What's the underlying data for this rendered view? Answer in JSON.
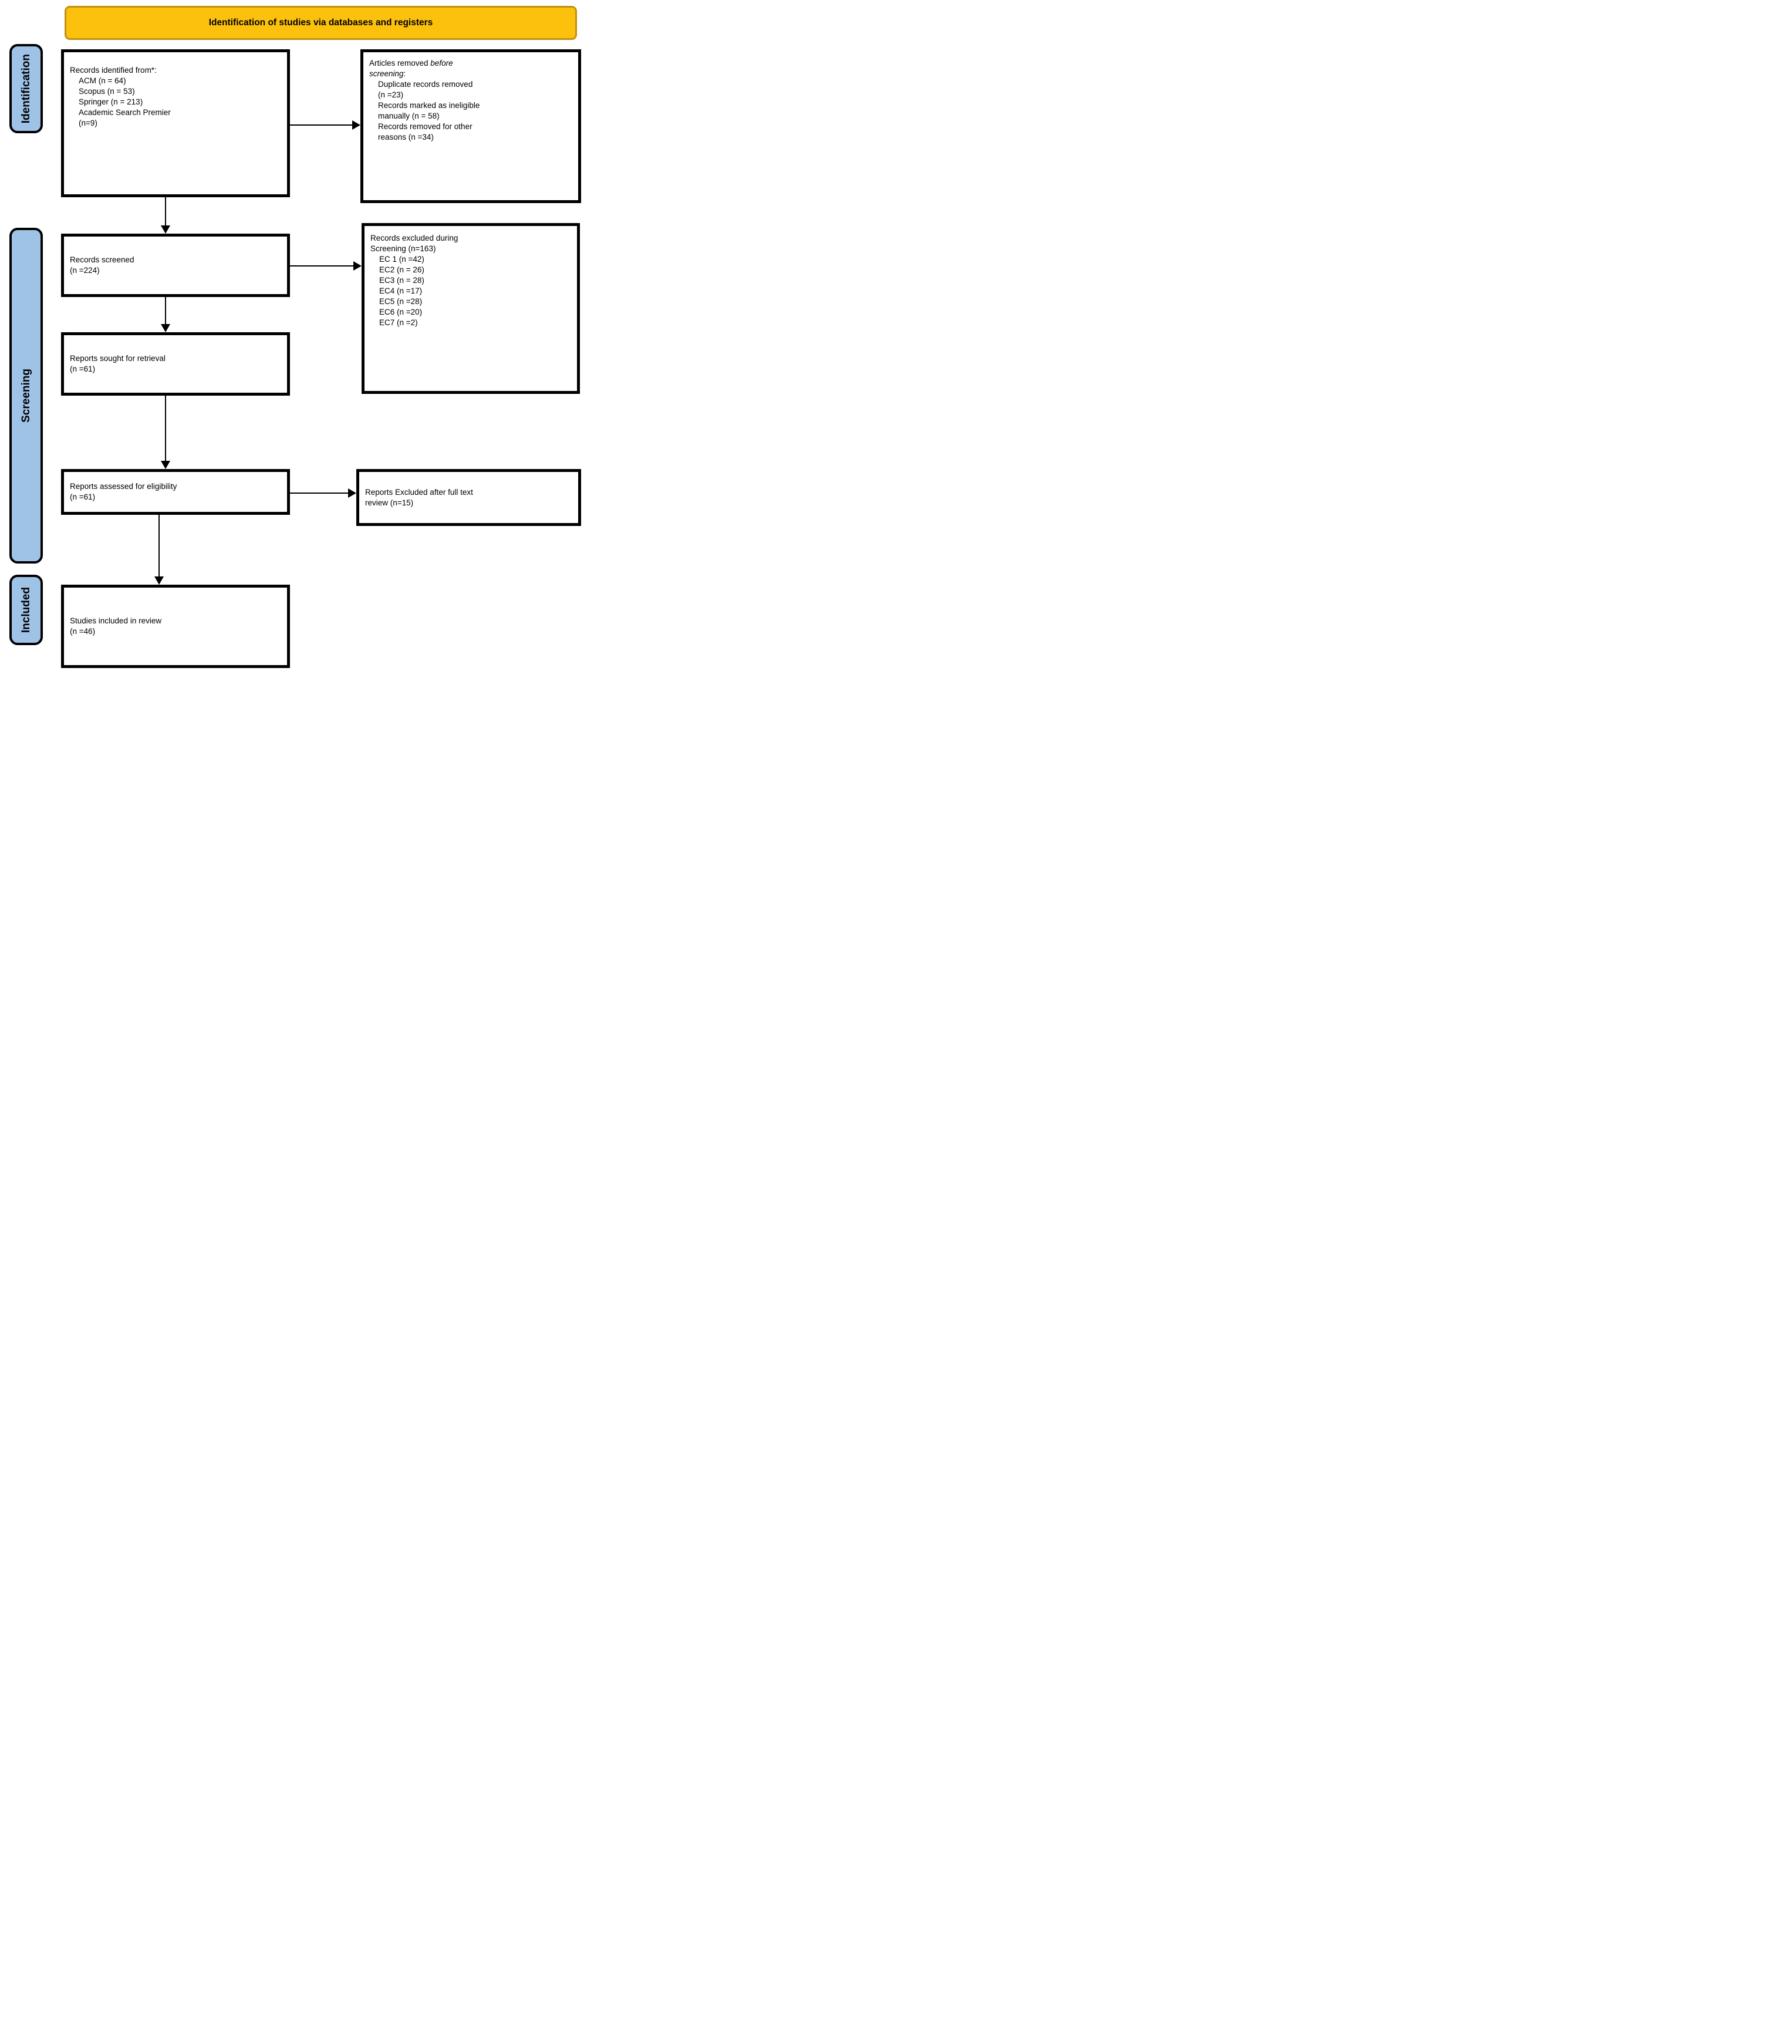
{
  "banner": {
    "title": "Identification of studies via databases and registers"
  },
  "sidebar": {
    "identification": "Identification",
    "screening": "Screening",
    "included": "Included"
  },
  "colors": {
    "banner_fill": "#FCC10D",
    "banner_border": "#BE9110",
    "sidebar_fill": "#9FC3E7",
    "box_border": "#000000",
    "arrow": "#000000"
  },
  "boxes": {
    "records_identified": {
      "title": "Records identified from*:",
      "lines": [
        "ACM (n = 64)",
        "Scopus (n = 53)",
        "Springer (n = 213)",
        "Academic Search Premier",
        "(n=9)"
      ]
    },
    "articles_removed": {
      "title_line1_normal": "Articles removed ",
      "title_line1_italic": "before",
      "title_line2_italic": "screening",
      "title_line2_suffix": ":",
      "lines": [
        "Duplicate records removed",
        "(n =23)",
        "Records marked as ineligible",
        "manually (n = 58)",
        "Records removed for other",
        "reasons (n =34)"
      ]
    },
    "records_screened": {
      "line1": "Records screened",
      "line2": "(n =224)"
    },
    "records_excluded": {
      "title_lines": [
        "Records excluded during",
        "Screening (n=163)"
      ],
      "lines": [
        "EC 1 (n =42)",
        "EC2 (n = 26)",
        "EC3 (n = 28)",
        "EC4 (n =17)",
        "EC5 (n =28)",
        "EC6 (n =20)",
        "EC7 (n =2)"
      ]
    },
    "reports_sought": {
      "line1": "Reports sought for retrieval",
      "line2": "(n =61)"
    },
    "reports_assessed": {
      "line1": "Reports assessed for eligibility",
      "line2": "(n =61)"
    },
    "reports_excluded": {
      "lines": [
        "Reports Excluded after full text",
        "review (n=15)"
      ]
    },
    "studies_included": {
      "line1": "Studies included in review",
      "line2": "(n =46)"
    }
  }
}
